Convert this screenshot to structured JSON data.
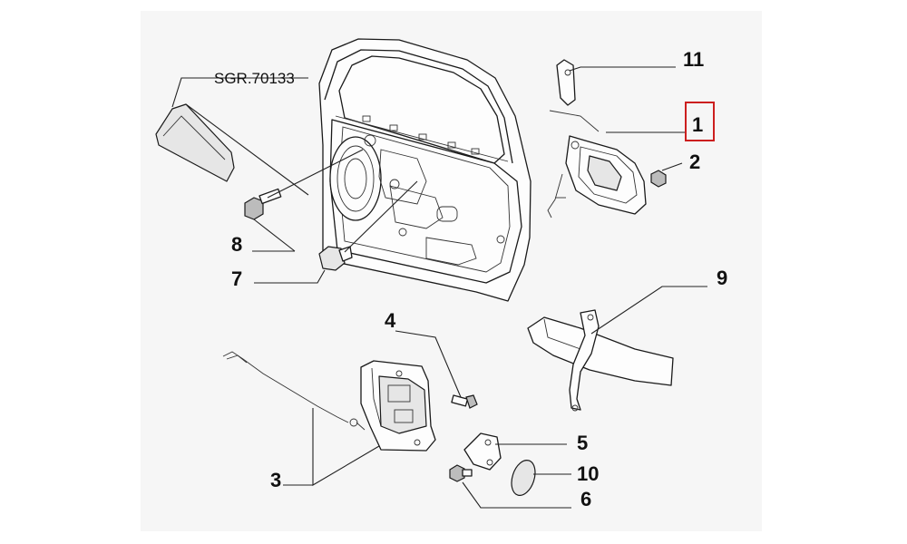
{
  "diagram": {
    "code": "SGR.70133",
    "labels": {
      "l1": "1",
      "l2": "2",
      "l3": "3",
      "l4": "4",
      "l5": "5",
      "l6": "6",
      "l7": "7",
      "l8": "8",
      "l9": "9",
      "l10": "10",
      "l11": "11"
    },
    "highlight_color": "#cc1f1f"
  }
}
